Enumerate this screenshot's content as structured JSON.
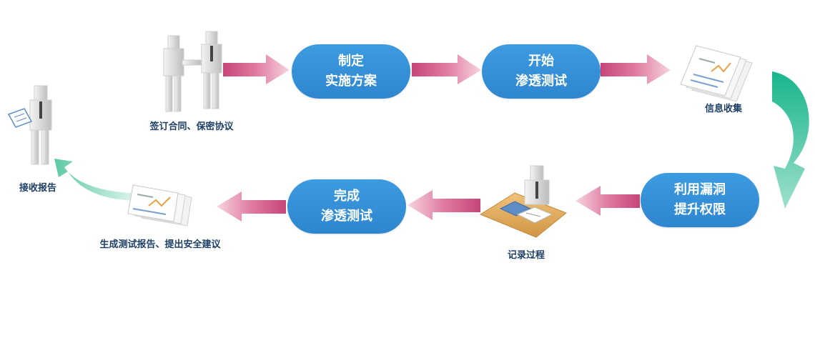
{
  "colors": {
    "pill": "#3090d6",
    "pill_text": "#ffffff",
    "label_text": "#1e3f66",
    "arrow_pink": "#e0799f",
    "arrow_green": "#3cc4a2"
  },
  "steps": {
    "sign_contract": {
      "label": "签订合同、保密协议",
      "icon": "handshake-people-icon"
    },
    "plan": {
      "line1": "制定",
      "line2": "实施方案"
    },
    "start_test": {
      "line1": "开始",
      "line2": "渗透测试"
    },
    "info_collect": {
      "label": "信息收集",
      "icon": "documents-icon"
    },
    "exploit": {
      "line1": "利用漏洞",
      "line2": "提升权限"
    },
    "record": {
      "label": "记录过程",
      "icon": "person-at-desk-icon"
    },
    "complete_test": {
      "line1": "完成",
      "line2": "渗透测试"
    },
    "generate_report": {
      "label": "生成测试报告、提出安全建议",
      "icon": "report-documents-icon"
    },
    "receive_report": {
      "label": "接收报告",
      "icon": "person-with-report-icon"
    }
  }
}
